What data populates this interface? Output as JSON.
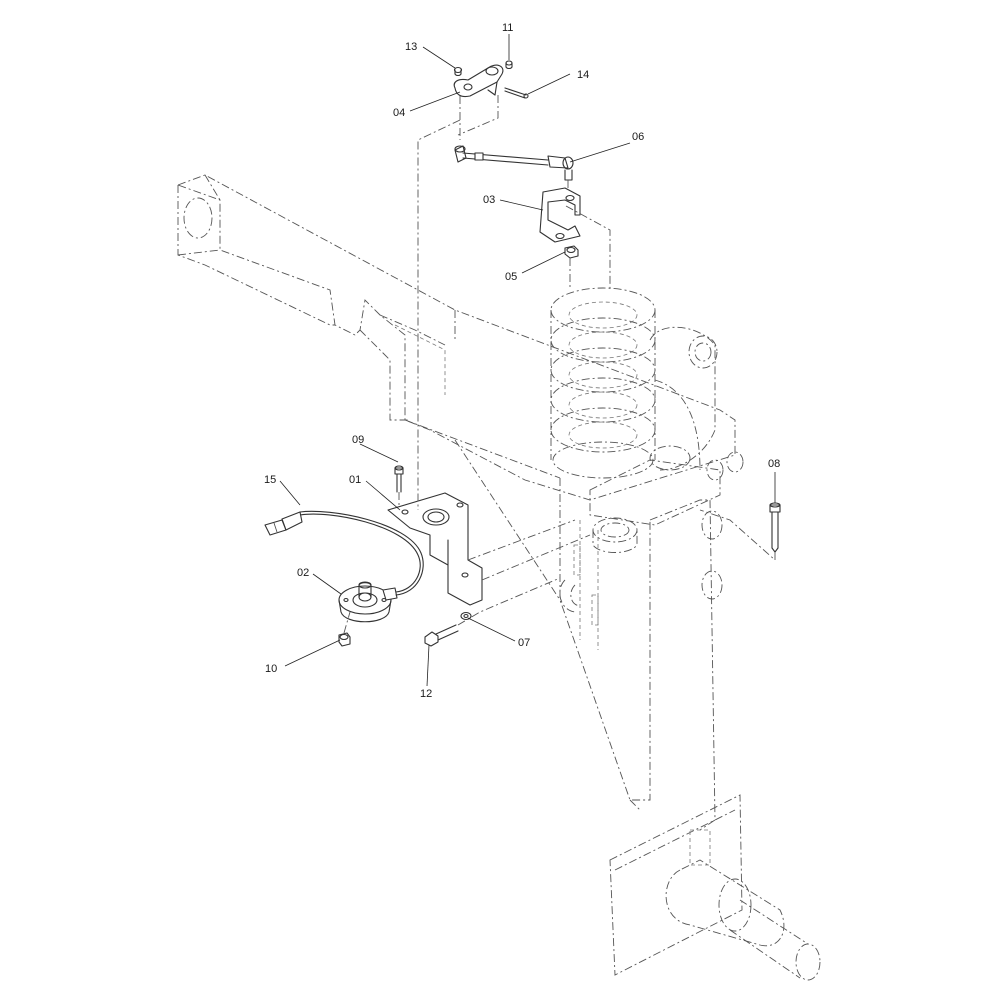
{
  "parts": {
    "p01": "01",
    "p02": "02",
    "p03": "03",
    "p04": "04",
    "p05": "05",
    "p06": "06",
    "p07": "07",
    "p08": "08",
    "p09": "09",
    "p10": "10",
    "p11": "11",
    "p12": "12",
    "p13": "13",
    "p14": "14",
    "p15": "15"
  }
}
